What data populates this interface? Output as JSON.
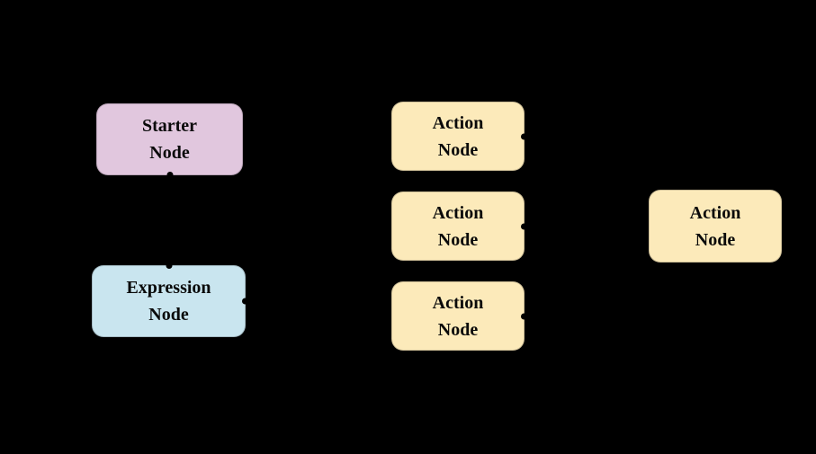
{
  "diagram": {
    "background": "#000000",
    "handle_color": "#000000",
    "node_colors": {
      "starter": "#E1C7DE",
      "expression": "#C9E5EF",
      "action": "#FCEABA"
    },
    "nodes": {
      "starter": {
        "label": "Starter\nNode",
        "type": "starter"
      },
      "expression": {
        "label": "Expression\nNode",
        "type": "expression"
      },
      "action1": {
        "label": "Action\nNode",
        "type": "action"
      },
      "action2": {
        "label": "Action\nNode",
        "type": "action"
      },
      "action3": {
        "label": "Action\nNode",
        "type": "action"
      },
      "action4": {
        "label": "Action\nNode",
        "type": "action"
      }
    }
  }
}
